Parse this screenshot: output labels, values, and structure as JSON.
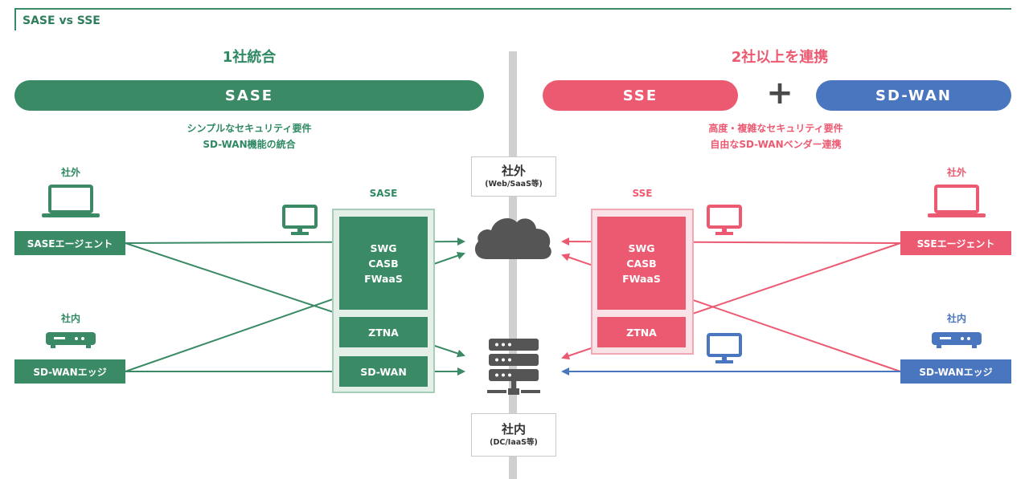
{
  "section_title": "SASE vs SSE",
  "left": {
    "heading": "1社統合",
    "pill": "SASE",
    "desc_line1": "シンプルなセキュリティ要件",
    "desc_line2": "SD-WAN機能の統合",
    "outside_label": "社外",
    "agent_label": "SASEエージェント",
    "inside_label": "社内",
    "edge_label": "SD-WANエッジ",
    "box_label": "SASE",
    "security_functions": [
      "SWG",
      "CASB",
      "FWaaS"
    ],
    "ztna": "ZTNA",
    "sdwan": "SD-WAN"
  },
  "right": {
    "heading": "2社以上を連携",
    "pill_sse": "SSE",
    "plus": "+",
    "pill_sdwan": "SD-WAN",
    "desc_line1": "高度・複雑なセキュリティ要件",
    "desc_line2": "自由なSD-WANベンダー連携",
    "outside_label": "社外",
    "agent_label": "SSEエージェント",
    "inside_label": "社内",
    "edge_label": "SD-WANエッジ",
    "box_label": "SSE",
    "security_functions": [
      "SWG",
      "CASB",
      "FWaaS"
    ],
    "ztna": "ZTNA"
  },
  "center": {
    "external_title": "社外",
    "external_sub": "(Web/SaaS等)",
    "internal_title": "社内",
    "internal_sub": "(DC/IaaS等)"
  },
  "colors": {
    "green": "#3a8a66",
    "pink": "#ec5a72",
    "blue": "#4a76c0",
    "gray": "#555555"
  },
  "icons": [
    "laptop-icon",
    "router-icon",
    "monitor-icon",
    "cloud-icon",
    "server-icon",
    "plus-icon"
  ]
}
